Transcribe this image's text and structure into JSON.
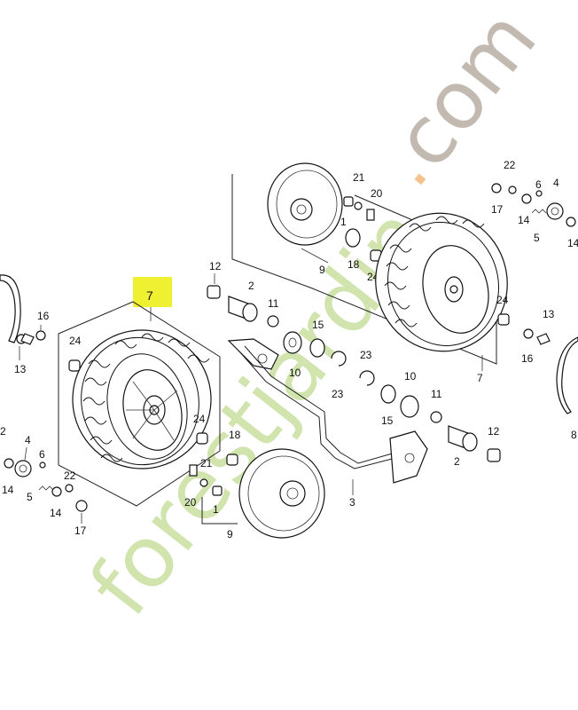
{
  "highlight": {
    "label": "7",
    "color": "#f0f032"
  },
  "watermark": {
    "text_main": "forestjardin",
    "text_dot": ".",
    "text_end": "com",
    "colors": {
      "green": "#c9dfa0",
      "orange": "#f3b97c",
      "gray": "#b8ada2"
    }
  },
  "labels": {
    "right_top": {
      "p21": "21",
      "p20": "20",
      "p1": "1",
      "p9": "9",
      "p18": "18",
      "p24": "24",
      "p22": "22",
      "p6": "6",
      "p4": "4",
      "p17": "17",
      "p14": "14",
      "p5": "5",
      "p13": "13",
      "p16": "16",
      "p7": "7"
    },
    "center": {
      "p12": "12",
      "p2": "2",
      "p11": "11",
      "p15": "15",
      "p10": "10",
      "p23": "23"
    },
    "center_right": {
      "p23": "23",
      "p10": "10",
      "p15": "15",
      "p11": "11",
      "p12": "12",
      "p2": "2",
      "p3": "3"
    },
    "left": {
      "p16": "16",
      "p13": "13",
      "p24": "24",
      "p24b": "24",
      "p18": "18",
      "p4": "4",
      "p6": "6",
      "p14": "14",
      "p5": "5",
      "p14b": "14",
      "p22": "22",
      "p21": "21",
      "p20": "20",
      "p1": "1",
      "p9": "9",
      "p17": "17",
      "p2": "2"
    },
    "right_edge": {
      "p8": "8"
    }
  }
}
